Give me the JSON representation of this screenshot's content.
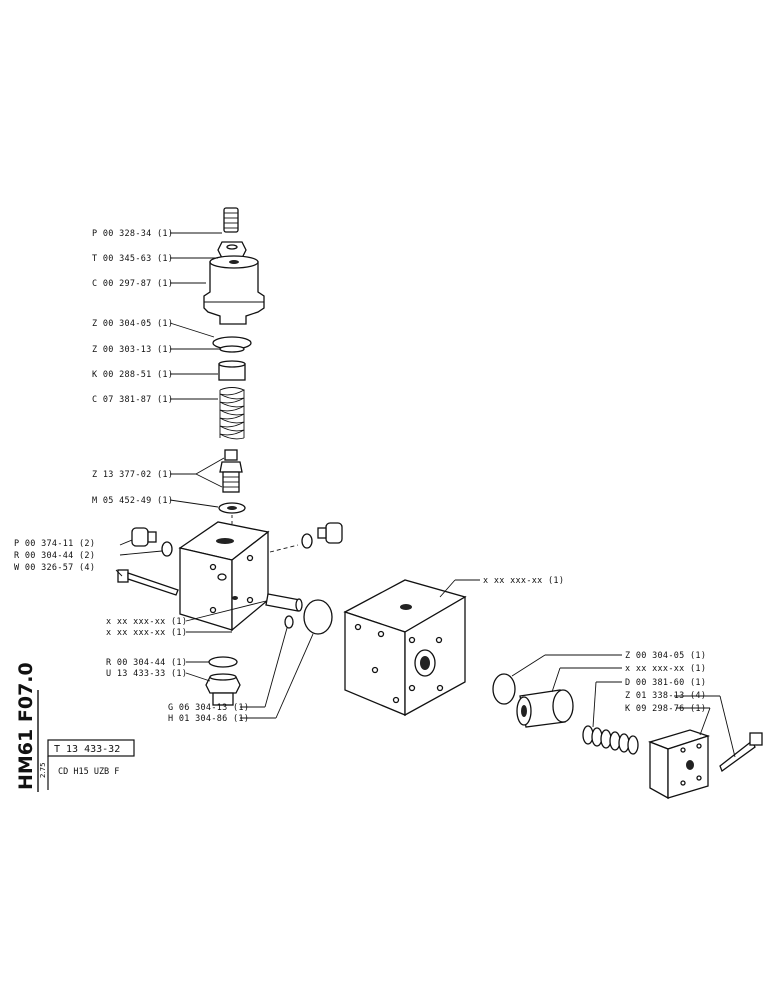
{
  "drawing_id": "HM61 F07.0",
  "title_block": {
    "part_number": "T 13 433-32",
    "description": "CD H15 UZB F",
    "revision_date": "2.75"
  },
  "labels": [
    "P 00 328-34 (1)",
    "T 00 345-63 (1)",
    "C 00 297-87 (1)",
    "Z 00 304-05 (1)",
    "Z 00 303-13 (1)",
    "K 00 288-51 (1)",
    "C 07 381-87 (1)",
    "Z 13 377-02 (1)",
    "M 05 452-49 (1)",
    "P 00 374-11 (2)",
    "R 00 304-44 (2)",
    "W 00 326-57 (4)",
    "x xx xxx-xx (1)",
    "x xx xxx-xx (1)",
    "R 00 304-44 (1)",
    "U 13 433-33 (1)",
    "G 06 304-13 (1)",
    "H 01 304-86 (1)",
    "x xx xxx-xx (1)",
    "Z 00 304-05 (1)",
    "x xx xxx-xx (1)",
    "D 00 381-60 (1)",
    "Z 01 338-13 (4)",
    "K 09 298-76 (1)"
  ]
}
